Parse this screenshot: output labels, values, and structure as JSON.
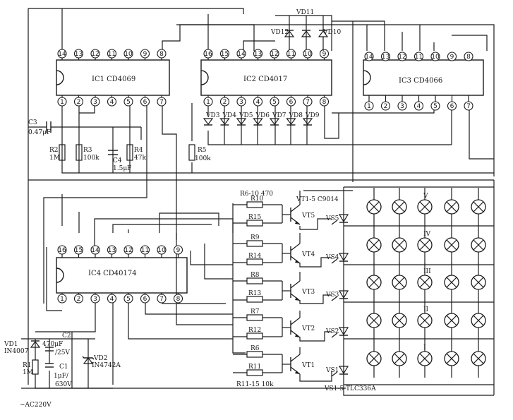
{
  "chips": {
    "ic1": {
      "name": "IC1 CD4069",
      "top_pins": [
        "14",
        "13",
        "12",
        "11",
        "10",
        "9",
        "8"
      ],
      "bottom_pins": [
        "1",
        "2",
        "3",
        "4",
        "5",
        "6",
        "7"
      ]
    },
    "ic2": {
      "name": "IC2 CD4017",
      "top_pins": [
        "16",
        "15",
        "14",
        "13",
        "12",
        "11",
        "10",
        "9"
      ],
      "bottom_pins": [
        "1",
        "2",
        "3",
        "4",
        "5",
        "6",
        "7",
        "8"
      ]
    },
    "ic3": {
      "name": "IC3 CD4066",
      "top_pins": [
        "14",
        "13",
        "12",
        "11",
        "10",
        "9",
        "8"
      ],
      "bottom_pins": [
        "1",
        "2",
        "3",
        "4",
        "5",
        "6",
        "7"
      ]
    },
    "ic4": {
      "name": "IC4 CD40174",
      "top_pins": [
        "16",
        "15",
        "14",
        "13",
        "12",
        "11",
        "10",
        "9"
      ],
      "bottom_pins": [
        "1",
        "2",
        "3",
        "4",
        "5",
        "6",
        "7",
        "8"
      ]
    }
  },
  "labels": {
    "c3": "C3",
    "c3_value": "0.47μF",
    "r2": "R2",
    "r2_value": "1M",
    "r3": "R3",
    "r3_value": "100k",
    "c4": "C4",
    "c4_value": "1.5μF",
    "r4": "R4",
    "r4_value": "47k",
    "r5": "R5",
    "r5_value": "100k",
    "vd11": "VD11",
    "vd12": "VD12",
    "vd10": "VD10",
    "vd_row": [
      "VD3",
      "VD4",
      "VD5",
      "VD6",
      "VD7",
      "VD8",
      "VD9"
    ],
    "r6_10": "R6-10 470",
    "vt_note": "VT1-5 C9014",
    "vt_labels": [
      "VT5",
      "VT4",
      "VT3",
      "VT2",
      "VT1"
    ],
    "vs_labels": [
      "VS5",
      "VS4",
      "VS3",
      "VS2",
      "VS1"
    ],
    "r_upper": [
      "R10",
      "R9",
      "R8",
      "R7",
      "R6"
    ],
    "r_lower": [
      "R15",
      "R14",
      "R13",
      "R12",
      "R11"
    ],
    "r11_15": "R11-15 10k",
    "vs_note": "VS1-5 TLC336A",
    "row_numerals": [
      "V",
      "IV",
      "III",
      "II",
      "I"
    ],
    "vd1": "VD1",
    "vd1_value": "IN4007",
    "c2": "C2",
    "c2_value": "470μF",
    "c2_voltage": "/25V",
    "vd2": "VD2",
    "vd2_value": "IN4742A",
    "r1": "R1",
    "r1_value": "1M",
    "c1": "C1",
    "c1_value": "1μF/",
    "c1_voltage": "630V",
    "ac": "~AC220V"
  },
  "colors": {
    "ink": "#1a1a1a",
    "paper": "#ffffff"
  }
}
